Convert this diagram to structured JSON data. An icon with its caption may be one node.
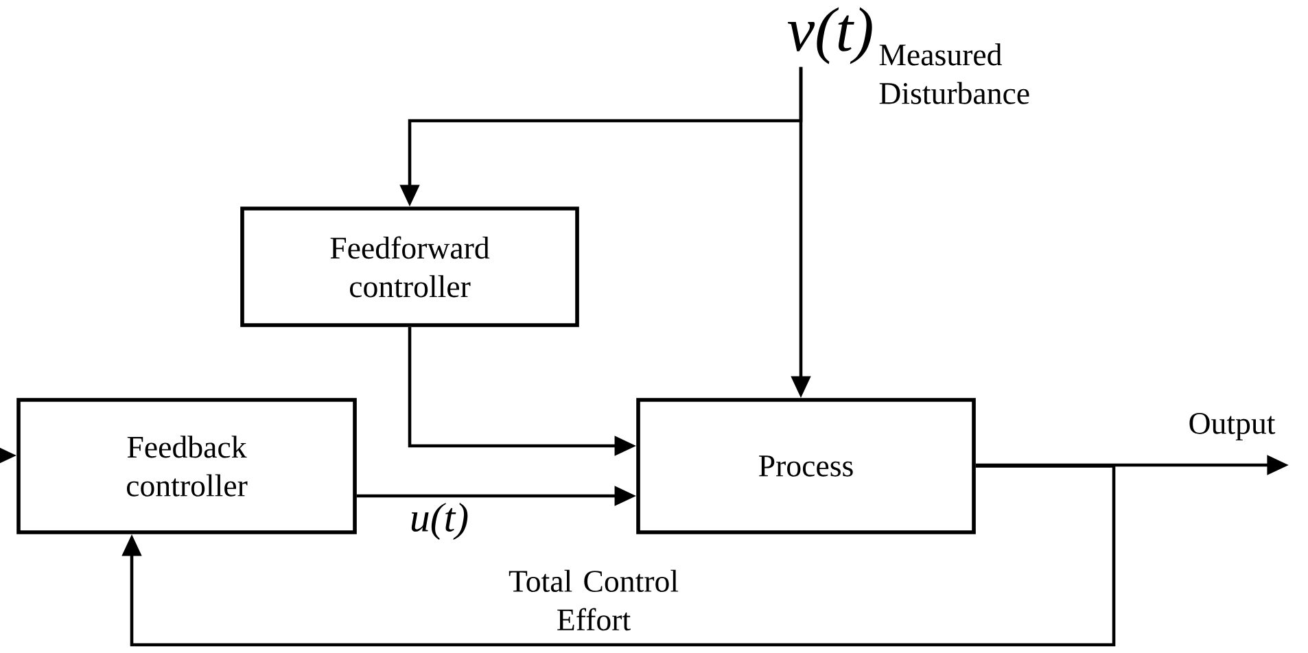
{
  "diagram": {
    "nodes": [
      {
        "text": [
          "Feedforward controller"
        ]
      },
      {
        "text": [
          "Feedback controller"
        ]
      },
      {
        "text": [
          "Process"
        ]
      },
      {
        "text": [
          "v(t)"
        ],
        "beside": [
          "Measured Disturbance"
        ]
      }
    ],
    "edges": [
      {
        "from": 3,
        "to": 0,
        "arrow": "to"
      },
      {
        "from": 3,
        "to": 2,
        "arrow": "to"
      },
      {
        "from": 0,
        "to": 2,
        "arrow": "to"
      },
      {
        "from": 1,
        "to": 2,
        "arrow": "to",
        "label": "u(t)"
      },
      {
        "from": 2,
        "to": null,
        "arrow": "to",
        "label": "Output"
      },
      {
        "from": 2,
        "to": 1,
        "arrow": "to"
      },
      {
        "from": null,
        "to": 1,
        "arrow": "to"
      }
    ],
    "labels": [
      "Total Control Effort"
    ]
  }
}
